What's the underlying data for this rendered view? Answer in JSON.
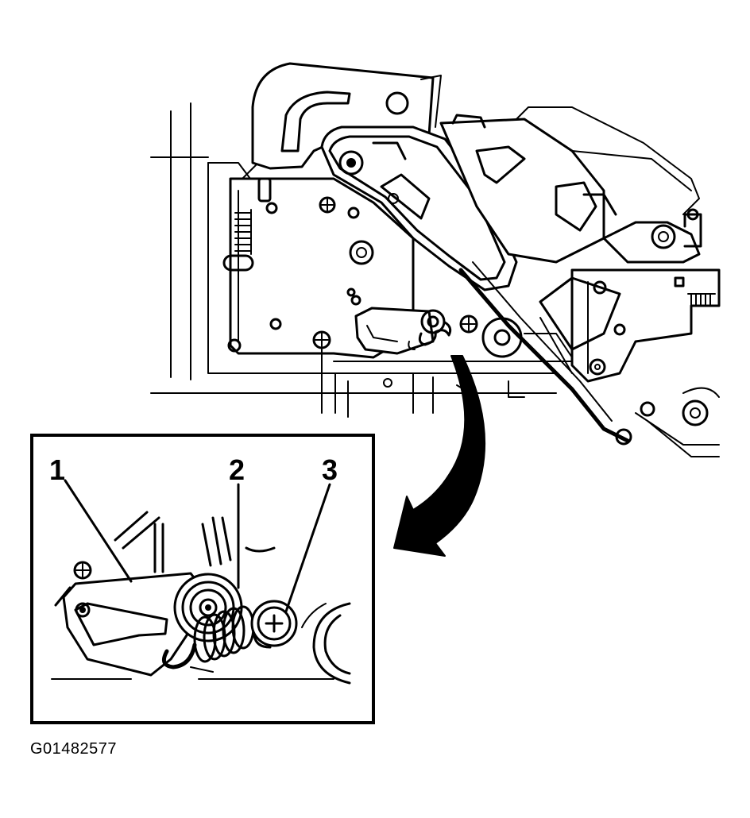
{
  "figure_id": "G01482577",
  "callouts": [
    {
      "label": "1"
    },
    {
      "label": "2"
    },
    {
      "label": "3"
    }
  ]
}
